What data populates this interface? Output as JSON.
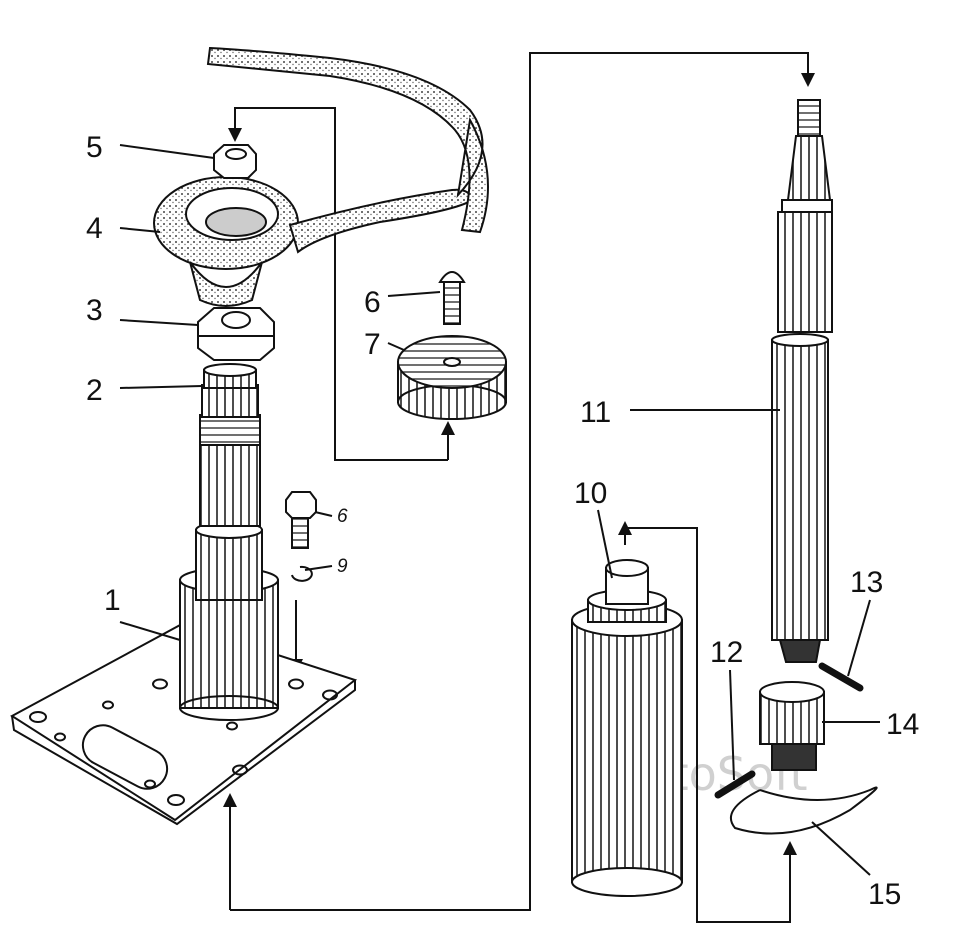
{
  "labels": {
    "l1": "1",
    "l2": "2",
    "l3": "3",
    "l4": "4",
    "l5": "5",
    "l6a": "6",
    "l7": "7",
    "l6b": "6",
    "l9": "9",
    "l10": "10",
    "l11": "11",
    "l12": "12",
    "l13": "13",
    "l14": "14",
    "l15": "15"
  },
  "watermark": "AutoSoft",
  "colors": {
    "ink": "#111111",
    "paper": "#ffffff",
    "shade": "#555555"
  }
}
